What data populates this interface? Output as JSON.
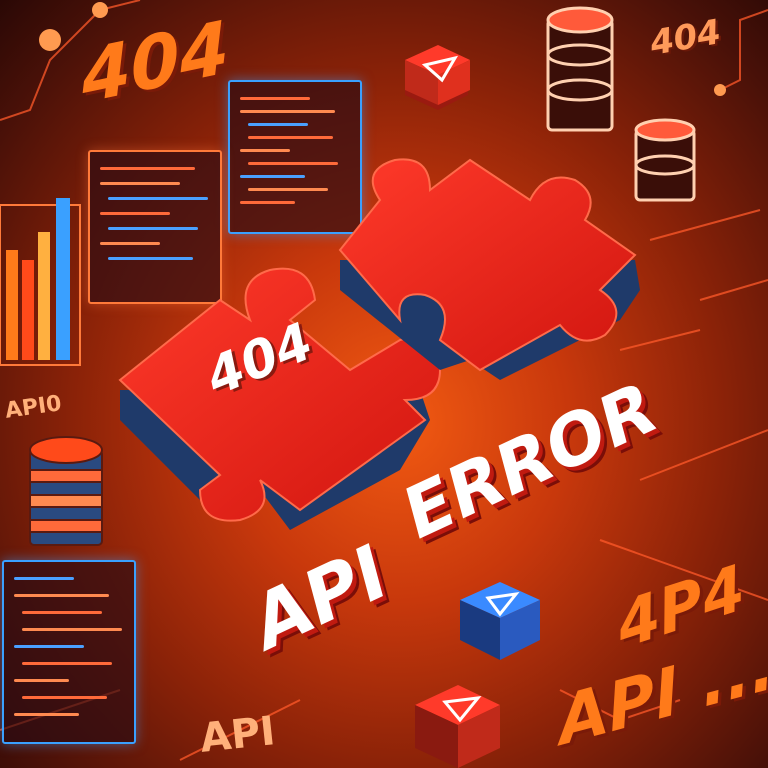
{
  "labels": {
    "top_404": "404",
    "top_right_404": "404",
    "piece_404": "404",
    "headline_error": "ERROR",
    "headline_api": "API",
    "left_api": "API0",
    "right_4p4": "4P4",
    "right_api": "API ...",
    "bottom_api": "API"
  },
  "colors": {
    "puzzle": "#e8231c",
    "puzzle_side": "#1f3a6a",
    "accent_orange": "#ff7a1a",
    "accent_blue": "#3aa0ff",
    "text_white": "#ffffff"
  },
  "icons": [
    "play-button-icon",
    "database-icon",
    "bar-chart-icon",
    "puzzle-piece-icon",
    "code-panel-icon"
  ]
}
